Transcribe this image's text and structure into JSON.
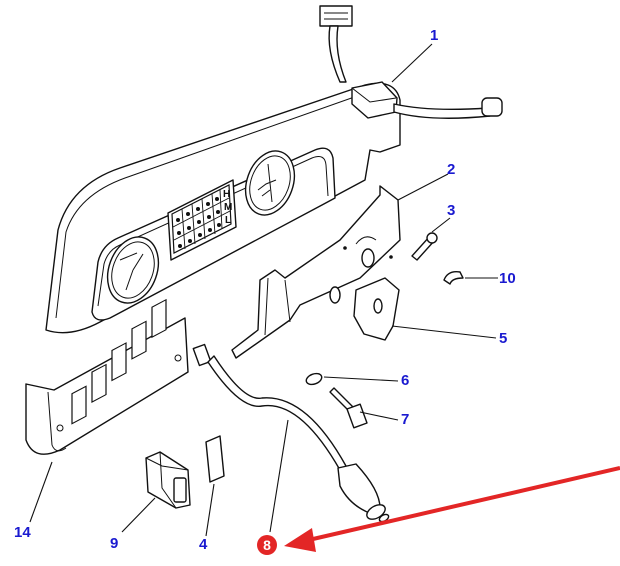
{
  "diagram": {
    "type": "exploded-parts-diagram",
    "subject": "Instrument panel / dashboard switch assembly",
    "callout_color": "#1a1ad0",
    "highlight_color": "#e32626",
    "callouts": [
      {
        "id": "c1",
        "label": "1",
        "part": "combination-switch-stalk"
      },
      {
        "id": "c2",
        "label": "2",
        "part": "mounting-bracket"
      },
      {
        "id": "c3",
        "label": "3",
        "part": "screw"
      },
      {
        "id": "c4",
        "label": "4",
        "part": "blanking-cover"
      },
      {
        "id": "c5",
        "label": "5",
        "part": "ignition-switch-plate"
      },
      {
        "id": "c6",
        "label": "6",
        "part": "nut"
      },
      {
        "id": "c7",
        "label": "7",
        "part": "ignition-key"
      },
      {
        "id": "c8",
        "label": "8",
        "part": "ignition-switch-harness",
        "highlighted": true
      },
      {
        "id": "c9",
        "label": "9",
        "part": "rocker-switch"
      },
      {
        "id": "c10",
        "label": "10",
        "part": "circlip"
      },
      {
        "id": "c14",
        "label": "14",
        "part": "switch-panel"
      }
    ],
    "warning_panel_letters": [
      "H",
      "M",
      "L"
    ]
  }
}
